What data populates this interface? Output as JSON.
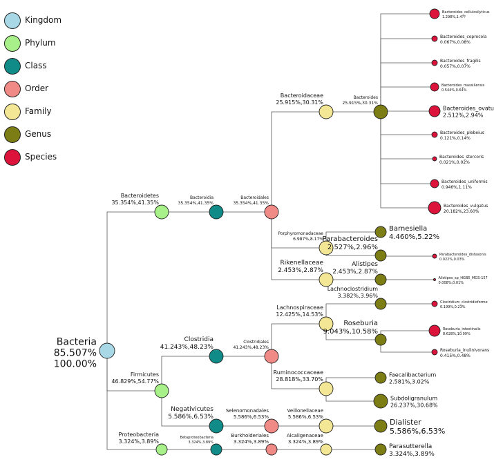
{
  "colors": {
    "Kingdom": "#a8d8e6",
    "Phylum": "#a8f08a",
    "Class": "#118b87",
    "Order": "#f08a86",
    "Family": "#f3e795",
    "Genus": "#7d7d16",
    "Species": "#dc143c"
  },
  "legend": [
    "Kingdom",
    "Phylum",
    "Class",
    "Order",
    "Family",
    "Genus",
    "Species"
  ],
  "nodes": [
    {
      "id": "bacteria",
      "rank": "Kingdom",
      "name": "Bacteria",
      "stats": "85.507%",
      "extra": "100.00%"
    },
    {
      "id": "bacteroidetes",
      "rank": "Phylum",
      "name": "Bacteroidetes",
      "stats": "35.354%,41.35%"
    },
    {
      "id": "bacteroidia",
      "rank": "Class",
      "name": "Bacteroidia",
      "stats": "35.354%,41.35%"
    },
    {
      "id": "bacteroidales",
      "rank": "Order",
      "name": "Bacteroidales",
      "stats": "35.354%,41.35%"
    },
    {
      "id": "bacteroidaceae",
      "rank": "Family",
      "name": "Bacteroidaceae",
      "stats": "25.915%,30.31%"
    },
    {
      "id": "bacteroides",
      "rank": "Genus",
      "name": "Bacteroides",
      "stats": "25.915%,30.31%"
    },
    {
      "id": "b_cellulosilyticus",
      "rank": "Species",
      "name": "Bacteroides_cellulosilyticus",
      "stats": "1.298%,1.4??"
    },
    {
      "id": "b_coprocola",
      "rank": "Species",
      "name": "Bacteroides_coprocola",
      "stats": "0.067%,0.08%"
    },
    {
      "id": "b_fragilis",
      "rank": "Species",
      "name": "Bacteroides_fragilis",
      "stats": "0.057%,0.07%"
    },
    {
      "id": "b_massiliensis",
      "rank": "Species",
      "name": "Bacteroides_massiliensis",
      "stats": "0.544%,0.64%"
    },
    {
      "id": "b_ovatus",
      "rank": "Species",
      "name": "Bacteroides_ovatus",
      "stats": "2.512%,2.94%"
    },
    {
      "id": "b_plebeius",
      "rank": "Species",
      "name": "Bacteroides_plebeius",
      "stats": "0.121%,0.14%"
    },
    {
      "id": "b_stercoris",
      "rank": "Species",
      "name": "Bacteroides_stercoris",
      "stats": "0.021%,0.02%"
    },
    {
      "id": "b_uniformis",
      "rank": "Species",
      "name": "Bacteroides_uniformis",
      "stats": "0.946%,1.11%"
    },
    {
      "id": "b_vulgatus",
      "rank": "Species",
      "name": "Bacteroides_vulgatus",
      "stats": "20.182%,23.60%"
    },
    {
      "id": "porphyromonadaceae",
      "rank": "Family",
      "name": "Porphyromonadaceae",
      "stats": "6.987%,8.17%"
    },
    {
      "id": "barnesiella",
      "rank": "Genus",
      "name": "Barnesiella",
      "stats": "4.460%,5.22%"
    },
    {
      "id": "parabacteroides",
      "rank": "Genus",
      "name": "Parabacteroides",
      "stats": "2.527%,2.96%"
    },
    {
      "id": "p_distasonis",
      "rank": "Species",
      "name": "Parabacteroides_distasonis",
      "stats": "0.022%,0.03%"
    },
    {
      "id": "rikenellaceae",
      "rank": "Family",
      "name": "Rikenellaceae",
      "stats": "2.453%,2.87%"
    },
    {
      "id": "alistipes",
      "rank": "Genus",
      "name": "Alistipes",
      "stats": "2.453%,2.87%"
    },
    {
      "id": "a_sp",
      "rank": "Species",
      "name": "Alistipes_sp_HGB5_MGS-157",
      "stats": "0.008%,0.01%"
    },
    {
      "id": "firmicutes",
      "rank": "Phylum",
      "name": "Firmicutes",
      "stats": "46.829%,54.77%"
    },
    {
      "id": "clostridia",
      "rank": "Class",
      "name": "Clostridia",
      "stats": "41.243%,48.23%"
    },
    {
      "id": "clostridiales",
      "rank": "Order",
      "name": "Clostridiales",
      "stats": "41.243%,48.23%"
    },
    {
      "id": "lachnospiraceae",
      "rank": "Family",
      "name": "Lachnospiraceae",
      "stats": "12.425%,14.53%"
    },
    {
      "id": "lachnoclostridium",
      "rank": "Genus",
      "name": "Lachnoclostridium",
      "stats": "3.382%,3.96%"
    },
    {
      "id": "c_clostridioforme",
      "rank": "Species",
      "name": "Clostridium_clostridioforme",
      "stats": "0.199%,0.23%"
    },
    {
      "id": "roseburia",
      "rank": "Genus",
      "name": "Roseburia",
      "stats": "9.043%,10.58%"
    },
    {
      "id": "r_intestinalis",
      "rank": "Species",
      "name": "Roseburia_intestinalis",
      "stats": "8.628%,10.09%"
    },
    {
      "id": "r_hominis",
      "rank": "Species",
      "name": "Roseburia_inulinivorans",
      "stats": "0.415%,0.48%"
    },
    {
      "id": "ruminococcaceae",
      "rank": "Family",
      "name": "Ruminococcaceae",
      "stats": "28.818%,33.70%"
    },
    {
      "id": "faecalibacterium",
      "rank": "Genus",
      "name": "Faecalibacterium",
      "stats": "2.581%,3.02%"
    },
    {
      "id": "subdoligranulum",
      "rank": "Genus",
      "name": "Subdoligranulum",
      "stats": "26.237%,30.68%"
    },
    {
      "id": "negativicutes",
      "rank": "Class",
      "name": "Negativicutes",
      "stats": "5.586%,6.53%"
    },
    {
      "id": "selenomonadales",
      "rank": "Order",
      "name": "Selenomonadales",
      "stats": "5.586%,6.53%"
    },
    {
      "id": "veillonellaceae",
      "rank": "Family",
      "name": "Veillonellaceae",
      "stats": "5.586%,6.53%"
    },
    {
      "id": "dialister",
      "rank": "Genus",
      "name": "Dialister",
      "stats": "5.586%,6.53%"
    },
    {
      "id": "proteobacteria",
      "rank": "Phylum",
      "name": "Proteobacteria",
      "stats": "3.324%,3.89%"
    },
    {
      "id": "betaproteobacteria",
      "rank": "Class",
      "name": "Betaproteobacteria",
      "stats": "3.324%,3.89%"
    },
    {
      "id": "burkholderiales",
      "rank": "Order",
      "name": "Burkholderiales",
      "stats": "3.324%,3.89%"
    },
    {
      "id": "alcaligenaceae",
      "rank": "Family",
      "name": "Alcaligenaceae",
      "stats": "3.324%,3.89%"
    },
    {
      "id": "parasutterella",
      "rank": "Genus",
      "name": "Parasutterella",
      "stats": "3.324%,3.89%"
    }
  ],
  "edges": [
    [
      "bacteria",
      "bacteroidetes"
    ],
    [
      "bacteria",
      "firmicutes"
    ],
    [
      "bacteria",
      "proteobacteria"
    ],
    [
      "bacteroidetes",
      "bacteroidia"
    ],
    [
      "bacteroidia",
      "bacteroidales"
    ],
    [
      "bacteroidales",
      "bacteroidaceae"
    ],
    [
      "bacteroidales",
      "porphyromonadaceae"
    ],
    [
      "bacteroidales",
      "rikenellaceae"
    ],
    [
      "bacteroidaceae",
      "bacteroides"
    ],
    [
      "bacteroides",
      "b_cellulosilyticus"
    ],
    [
      "bacteroides",
      "b_coprocola"
    ],
    [
      "bacteroides",
      "b_fragilis"
    ],
    [
      "bacteroides",
      "b_massiliensis"
    ],
    [
      "bacteroides",
      "b_ovatus"
    ],
    [
      "bacteroides",
      "b_plebeius"
    ],
    [
      "bacteroides",
      "b_stercoris"
    ],
    [
      "bacteroides",
      "b_uniformis"
    ],
    [
      "bacteroides",
      "b_vulgatus"
    ],
    [
      "porphyromonadaceae",
      "barnesiella"
    ],
    [
      "porphyromonadaceae",
      "parabacteroides"
    ],
    [
      "parabacteroides",
      "p_distasonis"
    ],
    [
      "rikenellaceae",
      "alistipes"
    ],
    [
      "alistipes",
      "a_sp"
    ],
    [
      "firmicutes",
      "clostridia"
    ],
    [
      "firmicutes",
      "negativicutes"
    ],
    [
      "clostridia",
      "clostridiales"
    ],
    [
      "clostridiales",
      "lachnospiraceae"
    ],
    [
      "clostridiales",
      "ruminococcaceae"
    ],
    [
      "lachnospiraceae",
      "lachnoclostridium"
    ],
    [
      "lachnospiraceae",
      "roseburia"
    ],
    [
      "lachnoclostridium",
      "c_clostridioforme"
    ],
    [
      "roseburia",
      "r_intestinalis"
    ],
    [
      "roseburia",
      "r_hominis"
    ],
    [
      "ruminococcaceae",
      "faecalibacterium"
    ],
    [
      "ruminococcaceae",
      "subdoligranulum"
    ],
    [
      "negativicutes",
      "selenomonadales"
    ],
    [
      "selenomonadales",
      "veillonellaceae"
    ],
    [
      "veillonellaceae",
      "dialister"
    ],
    [
      "proteobacteria",
      "betaproteobacteria"
    ],
    [
      "betaproteobacteria",
      "burkholderiales"
    ],
    [
      "burkholderiales",
      "alcaligenaceae"
    ],
    [
      "alcaligenaceae",
      "parasutterella"
    ]
  ]
}
